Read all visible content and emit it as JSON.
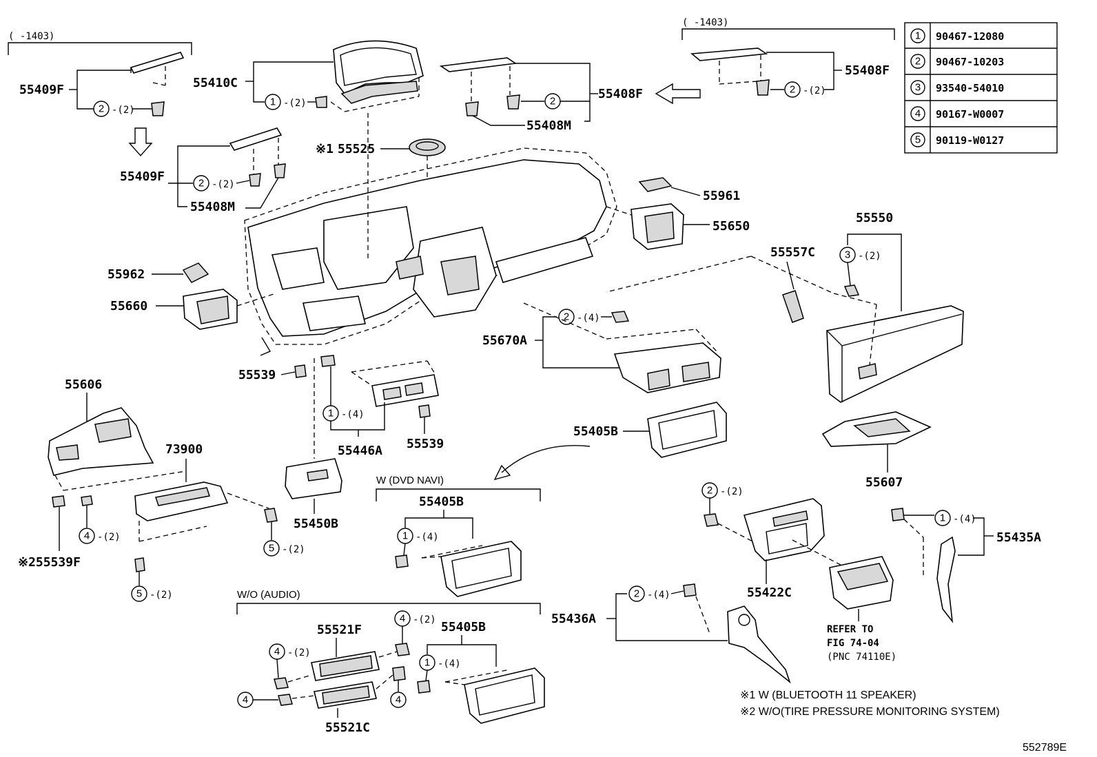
{
  "ranges": {
    "left": "(      -1403)",
    "right": "(      -1403)"
  },
  "legend": [
    {
      "num": "1",
      "part": "90467-12080"
    },
    {
      "num": "2",
      "part": "90467-10203"
    },
    {
      "num": "3",
      "part": "93540-54010"
    },
    {
      "num": "4",
      "part": "90167-W0007"
    },
    {
      "num": "5",
      "part": "90119-W0127"
    }
  ],
  "labels": {
    "p55409F_a": "55409F",
    "p55410C": "55410C",
    "p55408F_mid": "55408F",
    "p55408F_right": "55408F",
    "p55408M_top": "55408M",
    "mark1": "※1",
    "p55525": "55525",
    "p55409F_b": "55409F",
    "p55408M_left": "55408M",
    "p55961": "55961",
    "p55650": "55650",
    "p55550": "55550",
    "p55557C": "55557C",
    "p55962": "55962",
    "p55660": "55660",
    "p55670A": "55670A",
    "p55539_a": "55539",
    "p55606": "55606",
    "p55539_b": "55539",
    "p55446A": "55446A",
    "p55405B_a": "55405B",
    "p55607": "55607",
    "p73900": "73900",
    "p55450B": "55450B",
    "p55405B_b": "55405B",
    "p55435A": "55435A",
    "p55539F": "※255539F",
    "p55422C": "55422C",
    "p55436A": "55436A",
    "p55521F": "55521F",
    "p55405B_c": "55405B",
    "p55521C": "55521C"
  },
  "qty": {
    "q2": "-(2)",
    "q4": "-(4)"
  },
  "sections": {
    "dvd": "W (DVD  NAVI)",
    "audio": "W/O (AUDIO)"
  },
  "refer": {
    "line1": "REFER TO",
    "line2": "FIG 74-04",
    "line3": "(PNC 74110E)"
  },
  "notes": {
    "n1": "※1  W (BLUETOOTH  11 SPEAKER)",
    "n2": "※2  W/O(TIRE PRESSURE MONITORING SYSTEM)"
  },
  "figure_id": "552789E"
}
